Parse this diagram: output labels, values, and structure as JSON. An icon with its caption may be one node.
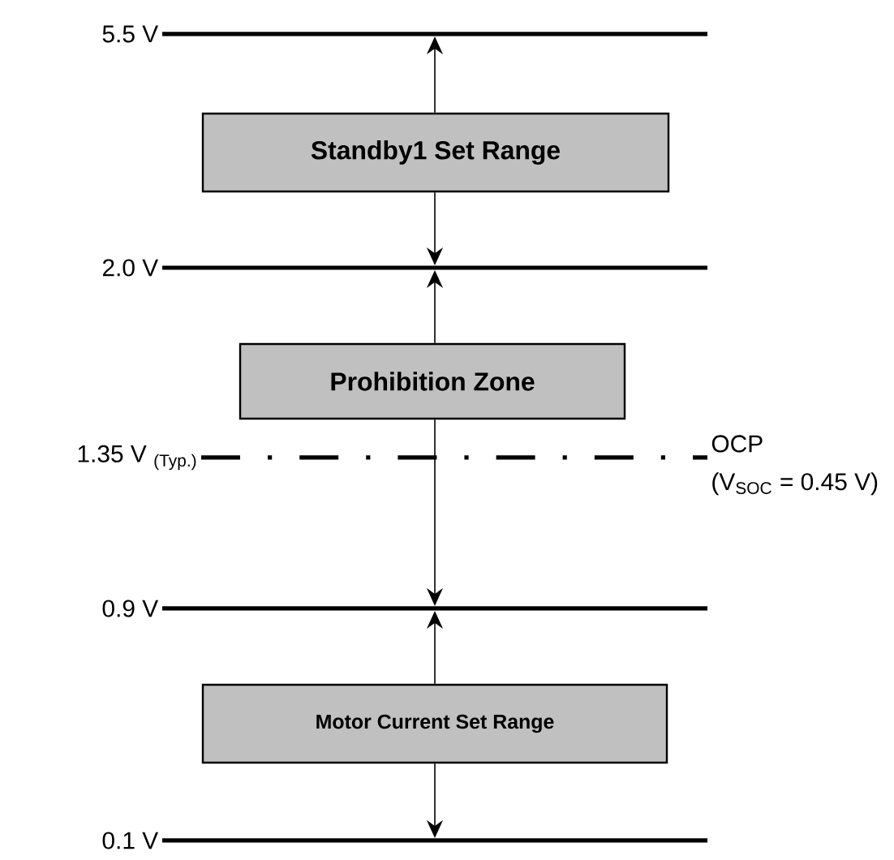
{
  "diagram": {
    "nodes": [
      {
        "text": [
          "5.5 V"
        ]
      },
      {
        "text": [
          "Standby1 Set Range"
        ]
      },
      {
        "text": [
          "2.0 V"
        ]
      },
      {
        "text": [
          "Prohibition Zone"
        ]
      },
      {
        "text": [
          "1.35 V $_{(Typ.)}$"
        ],
        "beside": [
          "OCP",
          "(V$_{SOC}$ = 0.45 V)"
        ]
      },
      {
        "text": [
          "0.9 V"
        ]
      },
      {
        "text": [
          "Motor Current Set Range"
        ]
      },
      {
        "text": [
          "0.1 V"
        ]
      }
    ],
    "edges": [
      {
        "from": 1,
        "to": 0,
        "arrow": "to"
      },
      {
        "from": 1,
        "to": 2,
        "arrow": "to"
      },
      {
        "from": 3,
        "to": 2,
        "arrow": "to"
      },
      {
        "from": 3,
        "to": 5,
        "arrow": "to"
      },
      {
        "from": 6,
        "to": 5,
        "arrow": "to"
      },
      {
        "from": 6,
        "to": 7,
        "arrow": "to"
      }
    ]
  }
}
